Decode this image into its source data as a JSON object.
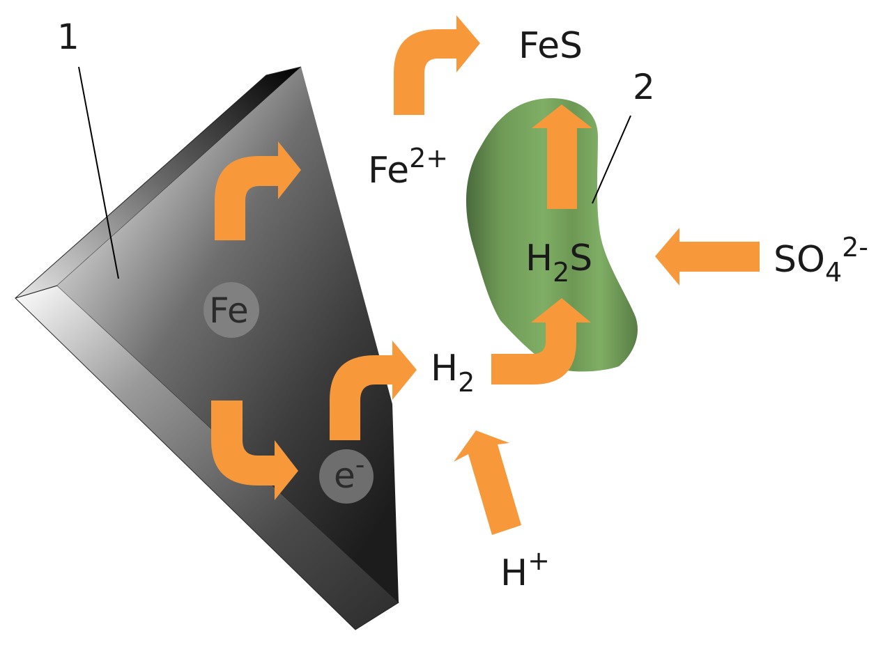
{
  "callouts": {
    "one": "1",
    "two": "2"
  },
  "species": {
    "fes": "FeS",
    "fe_ion_base": "Fe",
    "fe_ion_charge": "2+",
    "fe_atom": "Fe",
    "electron_base": "e",
    "electron_charge": "-",
    "h2_base": "H",
    "h2_sub": "2",
    "h2s_base": "H",
    "h2s_sub": "2",
    "h2s_tail": "S",
    "proton_base": "H",
    "proton_charge": "+",
    "sulfate_base": "SO",
    "sulfate_sub": "4",
    "sulfate_charge": "2-"
  },
  "colors": {
    "arrow": "#F7993B",
    "bacterium": "#7BAA62",
    "bacterium_dark": "#4A6A3C",
    "metal_dark": "#1a1a1a",
    "metal_light": "#d9d9d9",
    "circle": "#808080"
  }
}
